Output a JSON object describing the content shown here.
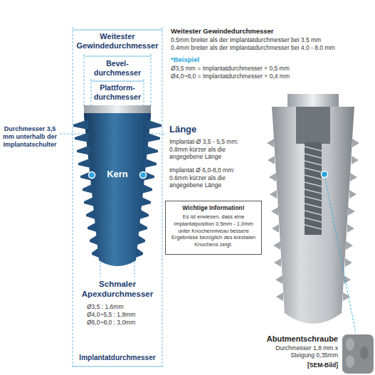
{
  "diagram": {
    "nodes": [
      {
        "text": [
          "Wichtige Information!",
          "Es ist erwiesen, dass eine Implantatposition 0,5mm - 1,0mm unter Knochenniveau bessere Ergebnisse bezüglich des krestalen Knochens zeigt."
        ]
      }
    ],
    "labels": [
      "Weitester Gewindedurchmesser",
      "Bevel- durchmesser",
      "Plattform- durchmesser",
      "Weitester Gewindedurchmesser",
      "0.5mm breiter als der Implantatdurchmesser bei 3.5 mm",
      "0.4mm breiter als der Implantatdurchmesser bei 4.0 - 8.0 mm",
      "*Beispiel",
      "Ø3,5 mm = Implantatdurchmesser + 0,5 mm",
      "Ø4,0~8,0 = Implantatdurchmesser + 0,4 mm",
      "Durchmesser 3,5 mm unterhalb der Implantatschulter",
      "Länge",
      "Implantat-Ø 3,5 - 5,5 mm:",
      "0.8mm kürzer als die angegebene Länge",
      "Implantat Ø 6,0-8,0 mm:",
      "0.6mm kürzer als die angegebene Länge",
      "Kern",
      "Schmaler Apexdurchmesser",
      "Ø3,5 : 1,6mm",
      "Ø4,0~5,5 : 1,8mm",
      "Ø6,0~8,0 : 3,0mm",
      "Implantatdurchmesser",
      "Abutmentschraube",
      "Durchmesser 1,8 mm x Steigung 0,35mm",
      "[SEM-Bild]"
    ]
  }
}
